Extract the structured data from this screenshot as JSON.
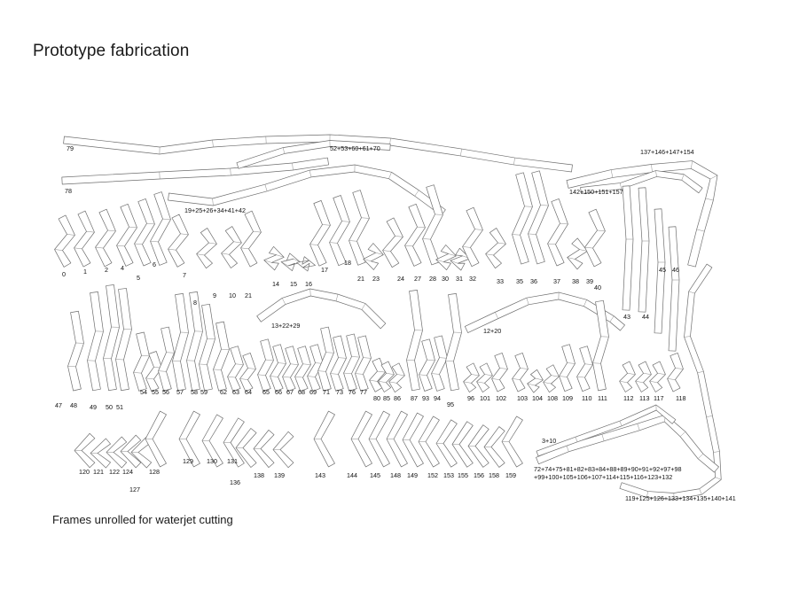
{
  "title": "Prototype fabrication",
  "caption": "Frames unrolled for waterjet cutting",
  "labels": [
    "79",
    "78",
    "52+53+60+61+70",
    "137+146+147+154",
    "142+150+151+157",
    "19+25+26+34+41+42",
    "0",
    "1",
    "2",
    "4",
    "5",
    "6",
    "7",
    "8",
    "9",
    "10",
    "21",
    "14",
    "15",
    "16",
    "17",
    "18",
    "21",
    "23",
    "24",
    "27",
    "28",
    "30",
    "31",
    "32",
    "33",
    "35",
    "36",
    "37",
    "38",
    "39",
    "40",
    "45",
    "46",
    "43",
    "44",
    "13+22+29",
    "12+20",
    "47",
    "48",
    "49",
    "50",
    "51",
    "54",
    "55",
    "56",
    "57",
    "58",
    "59",
    "62",
    "63",
    "64",
    "65",
    "66",
    "67",
    "68",
    "69",
    "71",
    "73",
    "76",
    "77",
    "80",
    "85",
    "86",
    "87",
    "93",
    "94",
    "95",
    "96",
    "101",
    "102",
    "103",
    "104",
    "108",
    "109",
    "110",
    "111",
    "112",
    "113",
    "117",
    "118",
    "3+10",
    "72+74+75+81+82+83+84+88+89+90+91+92+97+98",
    "+99+100+105+106+107+114+115+116+123+132",
    "119+125+126+133+134+135+140+141",
    "120",
    "121",
    "122",
    "124",
    "127",
    "128",
    "129",
    "130",
    "131",
    "136",
    "138",
    "139",
    "143",
    "144",
    "145",
    "148",
    "149",
    "152",
    "153",
    "155",
    "156",
    "158",
    "159"
  ]
}
